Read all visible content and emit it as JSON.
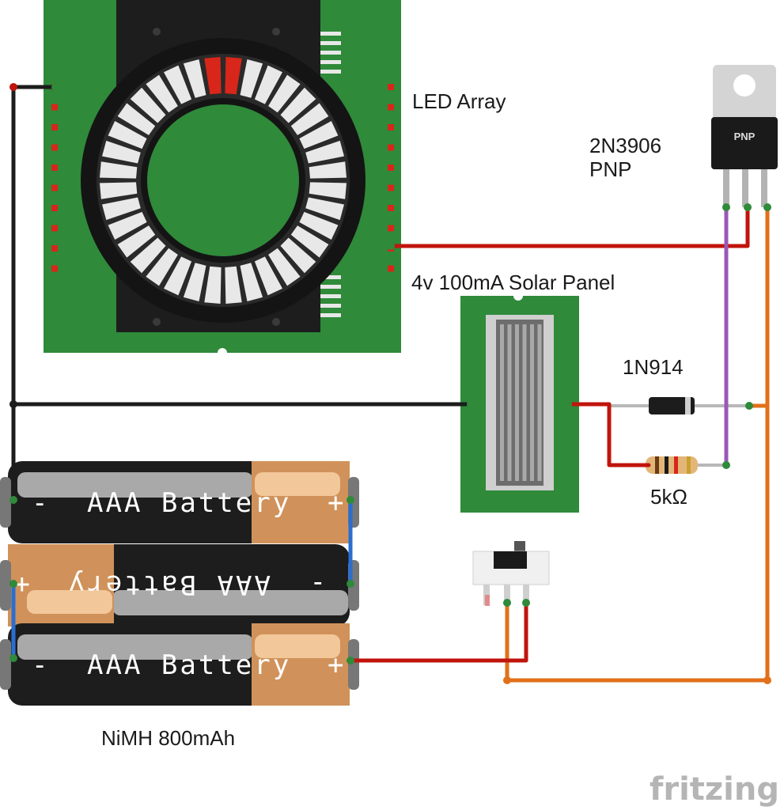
{
  "labels": {
    "led_array": "LED Array",
    "transistor_part": "2N3906",
    "transistor_type": "PNP",
    "transistor_body": "PNP",
    "solar_panel": "4v 100mA Solar Panel",
    "diode": "1N914",
    "resistor": "5kΩ",
    "battery_pack": "NiMH 800mAh",
    "watermark": "fritzing"
  },
  "batteries": [
    {
      "text": "AAA Battery",
      "minus": "-",
      "plus": "+",
      "orientation": "normal"
    },
    {
      "text": "AAA Battery",
      "minus": "-",
      "plus": "+",
      "orientation": "flipped"
    },
    {
      "text": "AAA Battery",
      "minus": "-",
      "plus": "+",
      "orientation": "normal"
    }
  ],
  "led_ring": {
    "segments": 36,
    "lit_segments": 2
  },
  "colors": {
    "pcb_green": "#2f8a3a",
    "wire_black": "#1c1c1c",
    "wire_red": "#c0140c",
    "wire_orange": "#e2701a",
    "wire_purple": "#9b58b5",
    "wire_blue": "#2a6ed0",
    "led_lit": "#d8261a",
    "led_off": "#e8e8e8"
  }
}
